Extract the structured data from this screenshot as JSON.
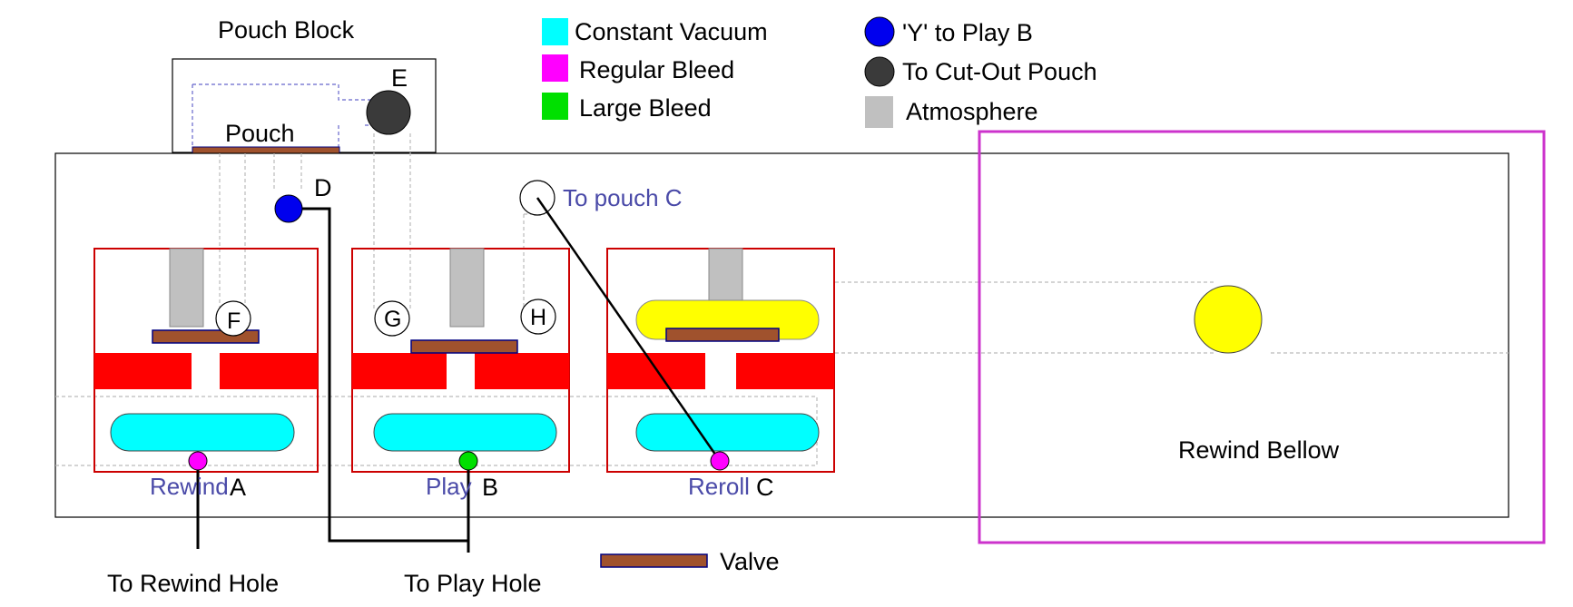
{
  "title": "Pouch Block",
  "pouch_label": "Pouch",
  "legend": {
    "constant_vacuum": "Constant Vacuum",
    "regular_bleed": "Regular Bleed",
    "large_bleed": "Large Bleed",
    "y_to_play": "'Y' to Play B",
    "to_cutout": "To Cut-Out Pouch",
    "atmosphere": "Atmosphere",
    "valve": "Valve"
  },
  "points": {
    "a": "A",
    "b": "B",
    "c": "C",
    "d": "D",
    "e": "E",
    "f": "F",
    "g": "G",
    "h": "H"
  },
  "valves": {
    "rewind": "Rewind",
    "play": "Play",
    "reroll": "Reroll"
  },
  "annotations": {
    "to_pouch_c": "To pouch C",
    "rewind_bellow": "Rewind Bellow",
    "to_rewind_hole": "To Rewind Hole",
    "to_play_hole": "To Play Hole"
  },
  "colors": {
    "constant_vacuum": "#00ffff",
    "regular_bleed": "#ff00ff",
    "large_bleed": "#00e000",
    "y_to_play": "#0000ee",
    "to_cutout": "#3a3a3a",
    "atmosphere": "#c0c0c0",
    "valve": "#a0522d",
    "body_red": "#ff0000",
    "bellow_yellow": "#ffff00",
    "bellow_border": "#cc33cc"
  }
}
